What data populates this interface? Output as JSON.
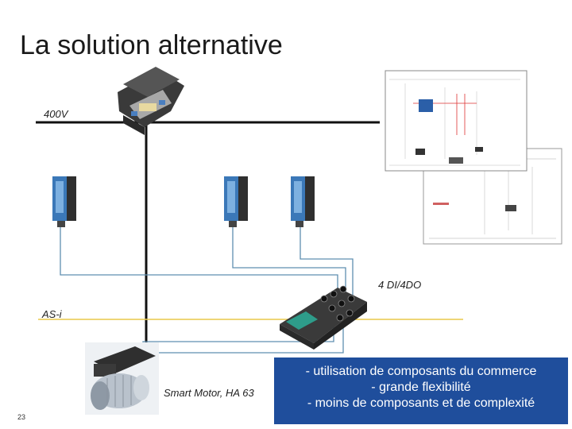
{
  "title": "La solution alternative",
  "labels": {
    "power_line": "400V",
    "io_module": "4 DI/4DO",
    "bus": "AS-i",
    "motor": "Smart Motor, HA 63"
  },
  "slide_number": "23",
  "notes": [
    "-  utilisation de composants du commerce",
    "-  grande flexibilité",
    "-  moins de composants et de complexité"
  ],
  "colors": {
    "power_line": "#111111",
    "bus_line": "#e8c84a",
    "sensor_cable": "#5f8fb0",
    "note_box": "#1f4e9c",
    "sensor_body": "#3b78b8"
  }
}
